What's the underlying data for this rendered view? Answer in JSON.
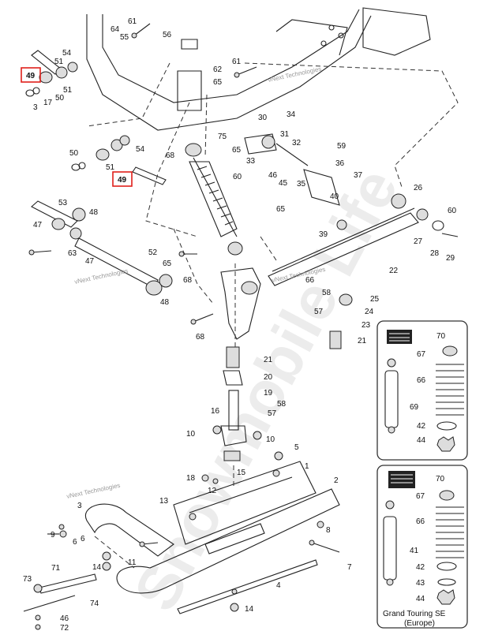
{
  "watermark_main": "Snowmobile Life",
  "watermarks": [
    "vNext Technologies",
    "vNext Technologies",
    "vNext Technologies",
    "vNext Technologies"
  ],
  "highlighted_callouts": [
    "49",
    "49"
  ],
  "callouts": [
    "61",
    "56",
    "64",
    "55",
    "51",
    "54",
    "61",
    "3",
    "17",
    "50",
    "51",
    "62",
    "65",
    "34",
    "30",
    "31",
    "32",
    "75",
    "65",
    "68",
    "50",
    "54",
    "59",
    "33",
    "36",
    "37",
    "46",
    "45",
    "60",
    "51",
    "53",
    "35",
    "40",
    "65",
    "39",
    "47",
    "48",
    "63",
    "52",
    "65",
    "26",
    "60",
    "27",
    "28",
    "29",
    "22",
    "47",
    "68",
    "48",
    "66",
    "25",
    "58",
    "57",
    "24",
    "23",
    "68",
    "21",
    "21",
    "20",
    "19",
    "58",
    "57",
    "16",
    "10",
    "10",
    "1",
    "5",
    "2",
    "18",
    "12",
    "13",
    "3",
    "15",
    "9",
    "6",
    "11",
    "14",
    "71",
    "73",
    "74",
    "46",
    "72",
    "4",
    "7",
    "8",
    "14",
    "6"
  ],
  "panel_top": {
    "labels": [
      "70",
      "67",
      "66",
      "69",
      "42",
      "44"
    ]
  },
  "panel_bottom": {
    "labels": [
      "70",
      "67",
      "66",
      "41",
      "42",
      "43",
      "44"
    ],
    "caption_line1": "Grand Touring SE",
    "caption_line2": "(Europe)"
  },
  "colors": {
    "highlight_box": "#e0201a",
    "panel_border": "#333333"
  }
}
